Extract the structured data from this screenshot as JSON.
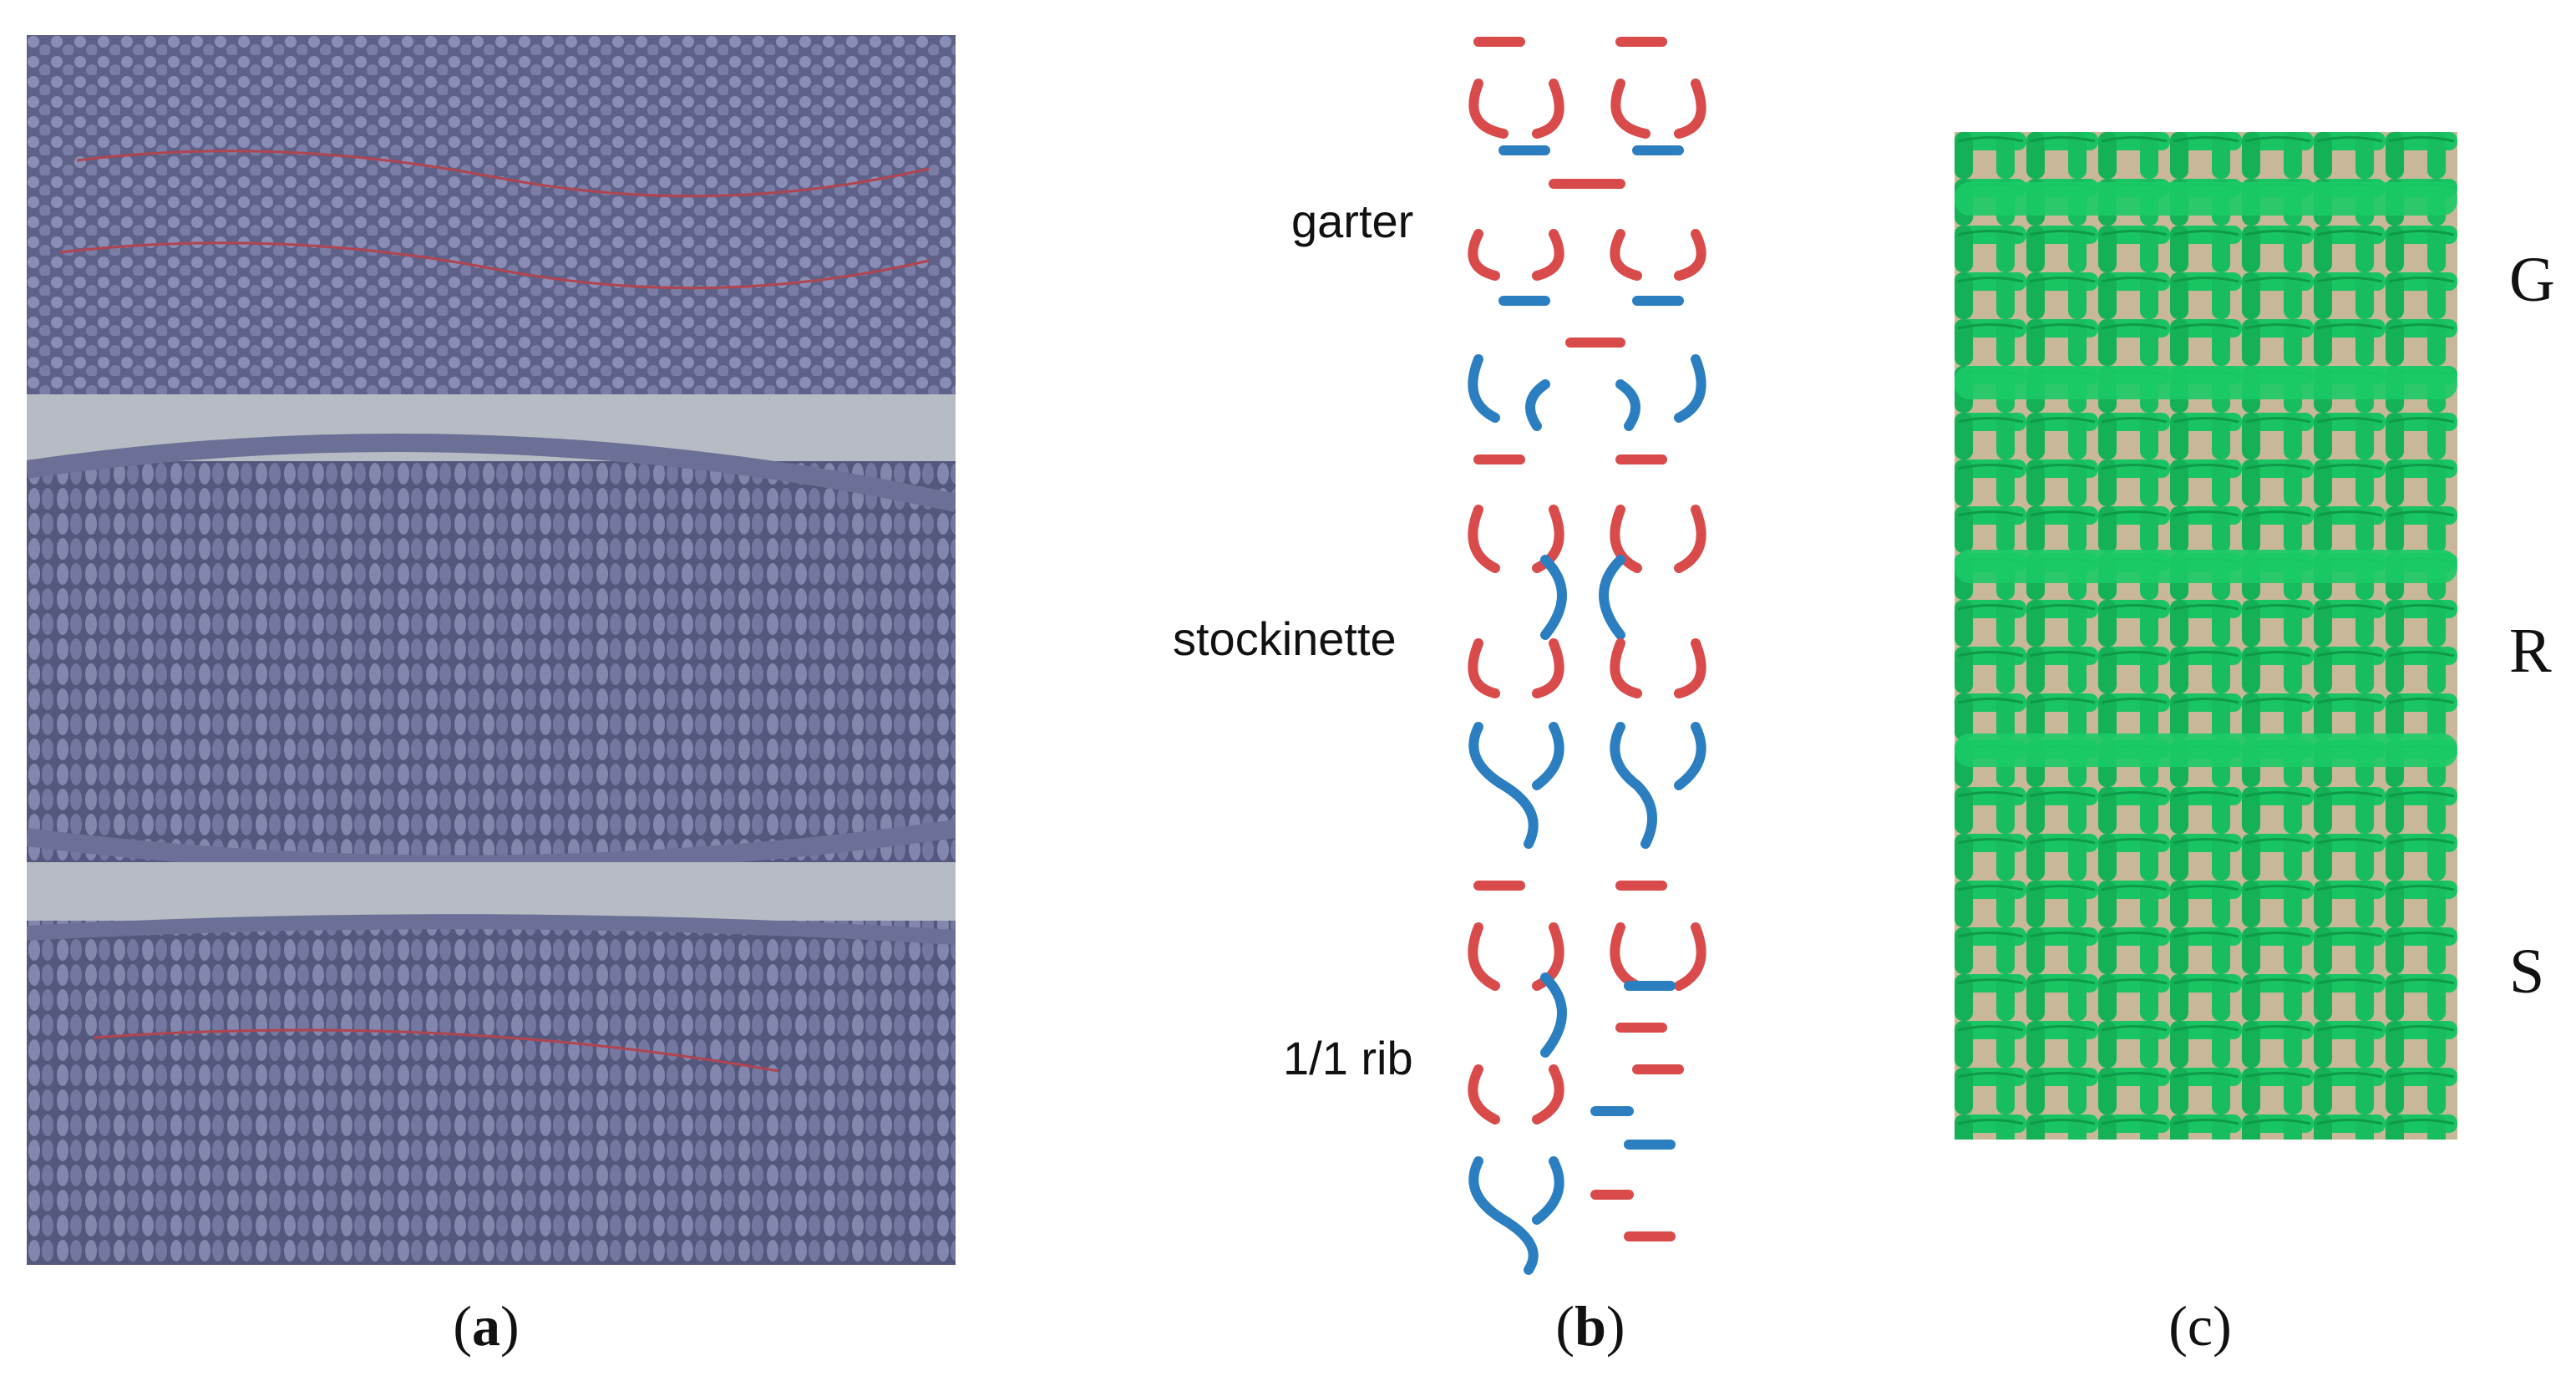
{
  "panels": {
    "a": {
      "label": "a"
    },
    "b": {
      "label": "b"
    },
    "c": {
      "label": "c"
    }
  },
  "pattern_labels": [
    "garter",
    "stockinette",
    "1/1 rib"
  ],
  "side_labels": [
    "G",
    "R",
    "S"
  ],
  "colors": {
    "yarn_purple": "#6b6f98",
    "yarn_purple_dark": "#4c4f73",
    "stitch_red": "#d94b4b",
    "stitch_blue": "#2b7fc1",
    "yarn_green": "#19c463",
    "yarn_green_dark": "#0e9a48",
    "background_tan": "#c9b79a"
  }
}
